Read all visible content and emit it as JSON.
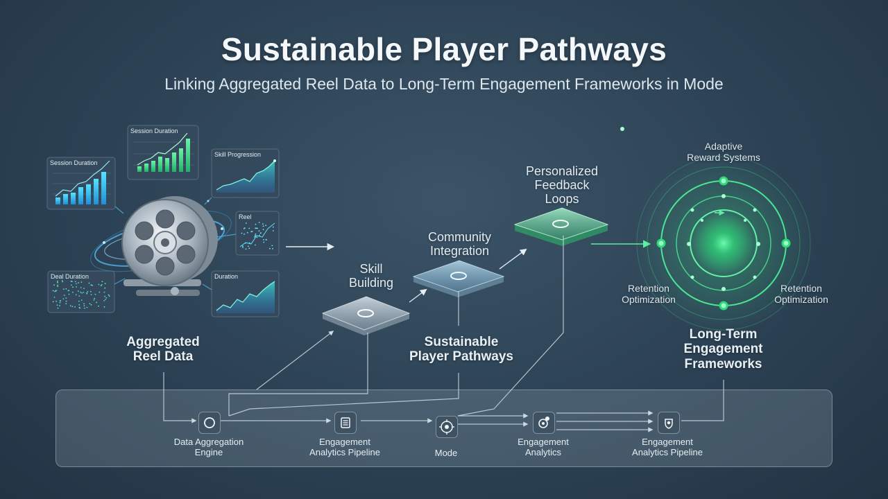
{
  "header": {
    "title": "Sustainable Player Pathways",
    "subtitle": "Linking Aggregated Reel Data to Long-Term Engagement Frameworks in Mode"
  },
  "charts": [
    {
      "title": "Session Duration",
      "kind": "bars"
    },
    {
      "title": "Session Duration",
      "kind": "bars-small"
    },
    {
      "title": "Skill Progression",
      "kind": "area"
    },
    {
      "title": "Reel",
      "kind": "scatter"
    },
    {
      "title": "Deal Duration",
      "kind": "scatter-wide"
    },
    {
      "title": "Duration",
      "kind": "area-wide"
    }
  ],
  "nodes": {
    "reel_data": "Aggregated\nReel Data",
    "skill": "Skill\nBuilding",
    "community": "Community\nIntegration",
    "feedback": "Personalized\nFeedback\nLoops",
    "pathways": "Sustainable\nPlayer Pathways",
    "frameworks": "Long-Term\nEngagement\nFrameworks",
    "adaptive": "Adaptive\nReward Systems",
    "retention_left": "Retention\nOptimization",
    "retention_right": "Retention\nOptimization"
  },
  "pipeline": [
    {
      "label": "Data Aggregation\nEngine",
      "icon": "circle-icon"
    },
    {
      "label": "Engagement\nAnalytics Pipeline",
      "icon": "document-icon"
    },
    {
      "label": "Mode",
      "icon": "target-icon"
    },
    {
      "label": "Engagement\nAnalytics",
      "icon": "gear-icon"
    },
    {
      "label": "Engagement\nAnalytics Pipeline",
      "icon": "badge-icon"
    }
  ],
  "colors": {
    "accent_green": "#3ee88a",
    "accent_blue": "#4cc2ff",
    "panel": "#9fb3c2"
  }
}
